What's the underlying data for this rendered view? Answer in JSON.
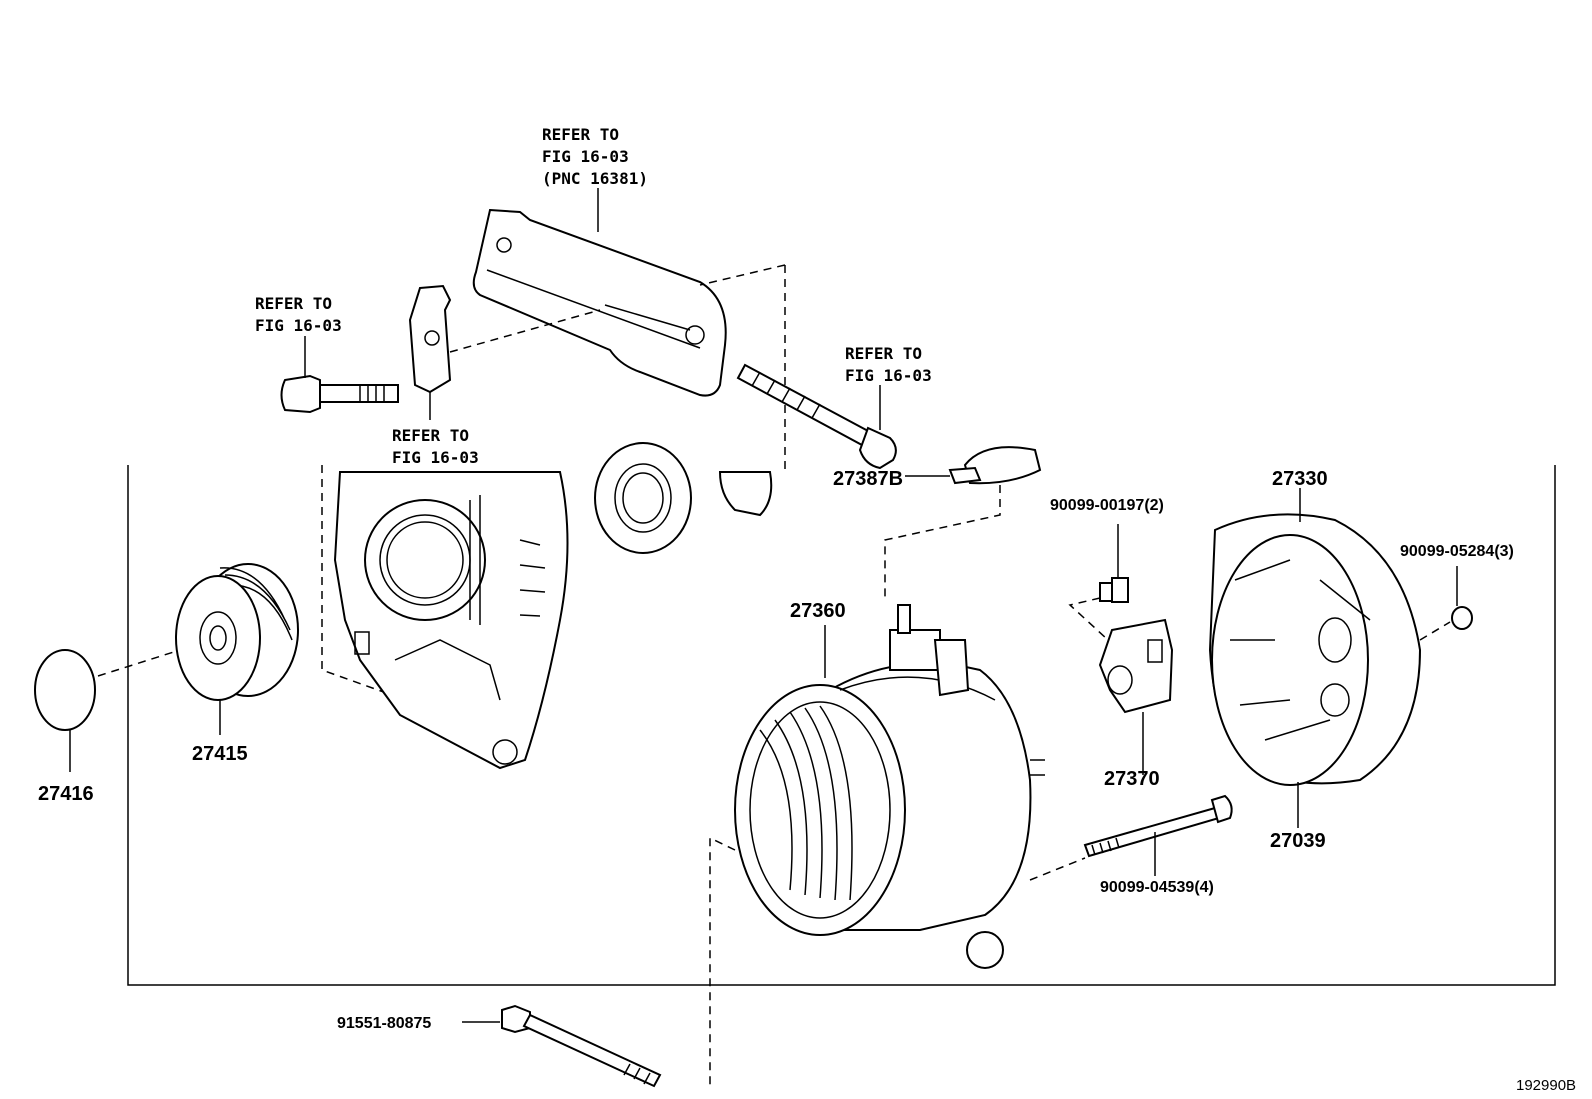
{
  "refer": {
    "top": [
      "REFER TO",
      "FIG 16-03",
      "(PNC 16381)"
    ],
    "left_bolt": [
      "REFER TO",
      "FIG 16-03"
    ],
    "bracket": [
      "REFER TO",
      "FIG 16-03"
    ],
    "long_bolt": [
      "REFER TO",
      "FIG 16-03"
    ]
  },
  "parts": {
    "p27416": "27416",
    "p27415": "27415",
    "p27360": "27360",
    "p27387B": "27387B",
    "p27330": "27330",
    "p27370": "27370",
    "p27039": "27039",
    "p90099_00197": "90099-00197(2)",
    "p90099_05284": "90099-05284(3)",
    "p90099_04539": "90099-04539(4)",
    "p91551_80875": "91551-80875"
  },
  "figure_id": "192990B"
}
